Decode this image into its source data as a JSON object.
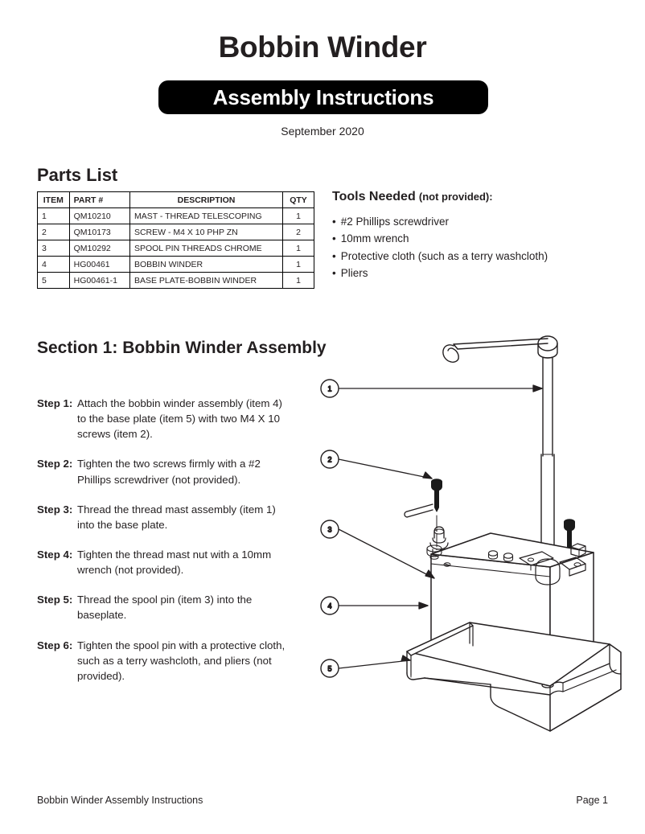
{
  "document": {
    "title": "Bobbin Winder",
    "banner": "Assembly Instructions",
    "date": "September 2020"
  },
  "parts_list": {
    "heading": "Parts List",
    "columns": [
      "ITEM",
      "PART #",
      "DESCRIPTION",
      "QTY"
    ],
    "rows": [
      {
        "item": "1",
        "part": "QM10210",
        "description": "MAST - THREAD TELESCOPING",
        "qty": "1"
      },
      {
        "item": "2",
        "part": "QM10173",
        "description": "SCREW - M4 X 10 PHP ZN",
        "qty": "2"
      },
      {
        "item": "3",
        "part": "QM10292",
        "description": "SPOOL PIN THREADS CHROME",
        "qty": "1"
      },
      {
        "item": "4",
        "part": "HG00461",
        "description": "BOBBIN WINDER",
        "qty": "1"
      },
      {
        "item": "5",
        "part": "HG00461-1",
        "description": "BASE PLATE-BOBBIN WINDER",
        "qty": "1"
      }
    ]
  },
  "tools": {
    "heading_strong": "Tools Needed",
    "heading_sub": "(not provided):",
    "items": [
      "#2 Phillips screwdriver",
      "10mm wrench",
      "Protective cloth (such as a terry washcloth)",
      "Pliers"
    ]
  },
  "section1": {
    "heading": "Section 1: Bobbin Winder Assembly",
    "steps": [
      {
        "label": "Step 1:",
        "text": "Attach the bobbin winder assembly (item 4) to the base plate (item 5) with two M4 X 10 screws (item 2)."
      },
      {
        "label": "Step 2:",
        "text": "Tighten the two screws firmly with a #2 Phillips screwdriver (not provided)."
      },
      {
        "label": "Step 3:",
        "text": "Thread the thread mast assembly (item 1) into the base plate."
      },
      {
        "label": "Step 4:",
        "text": "Tighten the thread mast nut with a 10mm wrench (not provided)."
      },
      {
        "label": "Step 5:",
        "text": "Thread the spool pin (item 3) into the baseplate."
      },
      {
        "label": "Step 6:",
        "text": "Tighten the spool pin with a protective cloth, such as a terry washcloth, and pliers (not provided)."
      }
    ]
  },
  "illustration": {
    "callouts": [
      {
        "number": "1",
        "target": "thread-mast-telescoping"
      },
      {
        "number": "2",
        "target": "screw-m4x10"
      },
      {
        "number": "3",
        "target": "spool-pin"
      },
      {
        "number": "4",
        "target": "bobbin-winder-body"
      },
      {
        "number": "5",
        "target": "base-plate"
      }
    ]
  },
  "footer": {
    "left": "Bobbin Winder Assembly Instructions",
    "right": "Page 1"
  },
  "colors": {
    "ink": "#231f20",
    "banner_bg": "#000000",
    "banner_text": "#ffffff",
    "line": "#000000"
  }
}
